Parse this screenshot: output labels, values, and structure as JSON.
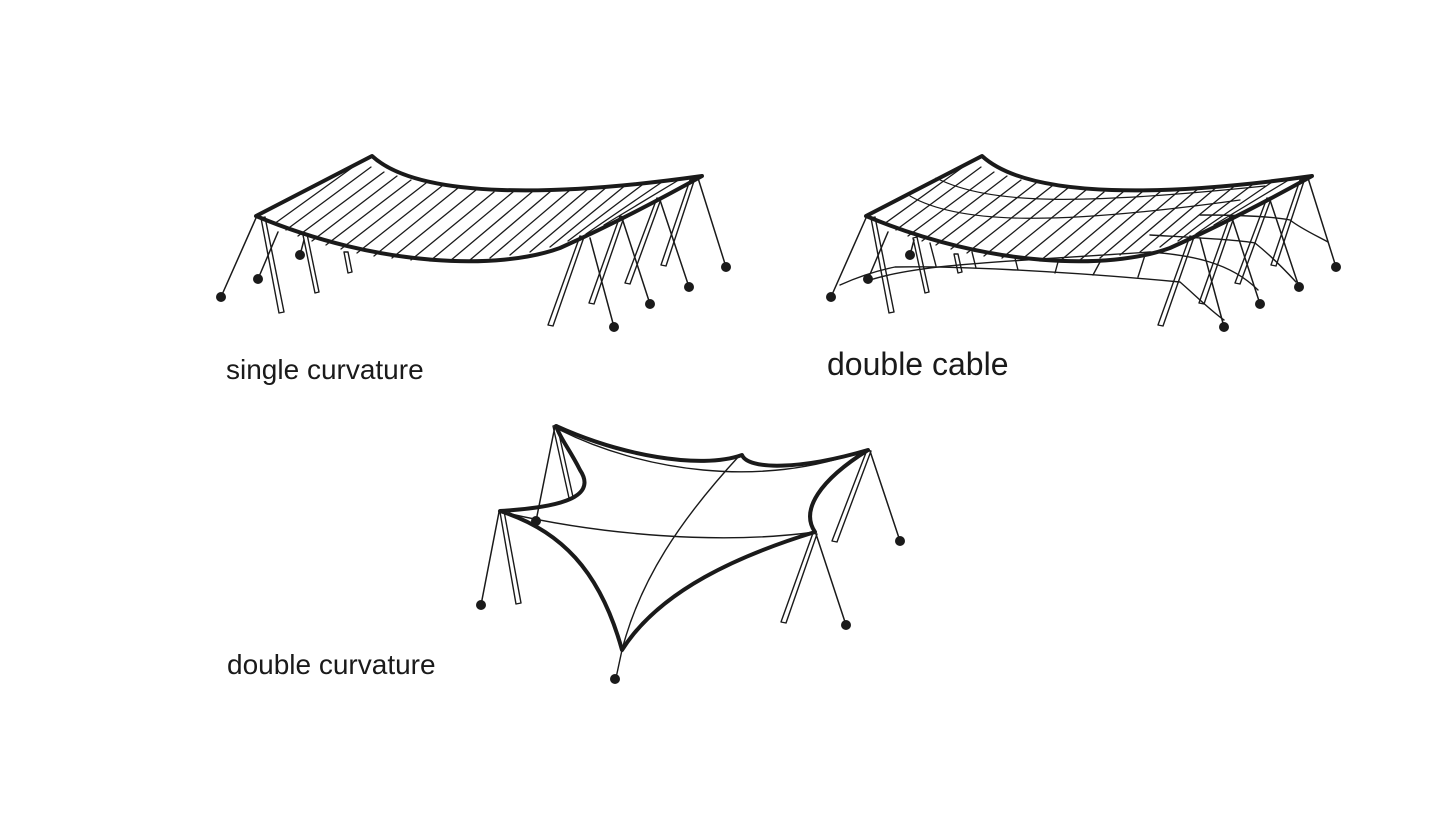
{
  "labels": {
    "single_curvature": "single curvature",
    "double_cable": "double cable",
    "double_curvature": "double curvature"
  },
  "colors": {
    "ink": "#1a1a1a",
    "background": "#ffffff"
  }
}
